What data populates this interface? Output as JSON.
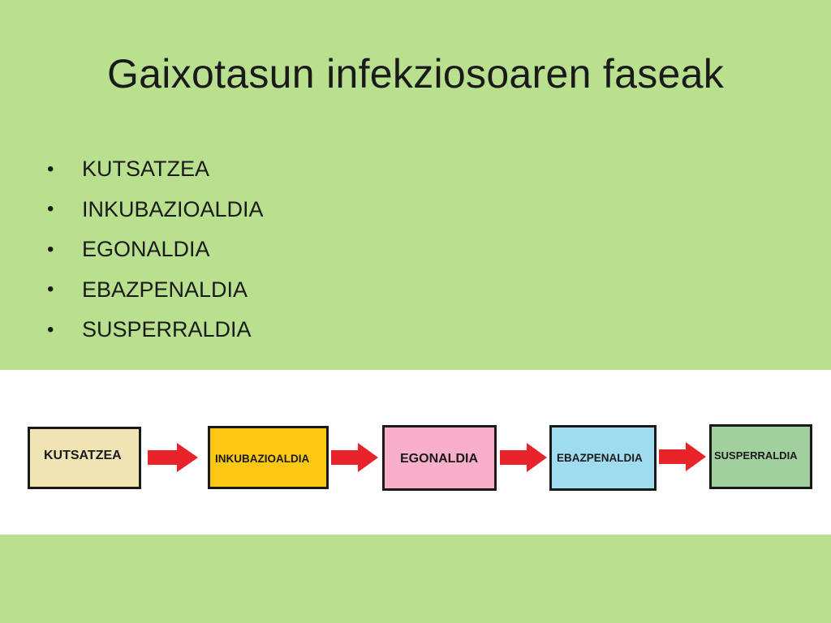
{
  "slide": {
    "title": "Gaixotasun infekziosoaren faseak",
    "bullets": [
      "KUTSATZEA",
      "INKUBAZIOALDIA",
      "EGONALDIA",
      "EBAZPENALDIA",
      "SUSPERRALDIA"
    ]
  },
  "diagram": {
    "boxes": [
      {
        "label": "KUTSATZEA",
        "color": "#f0e3b4"
      },
      {
        "label": "INKUBAZIOALDIA",
        "color": "#fcc814"
      },
      {
        "label": "EGONALDIA",
        "color": "#f9aeca"
      },
      {
        "label": "EBAZPENALDIA",
        "color": "#9fdcef"
      },
      {
        "label": "SUSPERRALDIA",
        "color": "#a1cf9e"
      }
    ],
    "arrow_color": "#e8232a"
  }
}
